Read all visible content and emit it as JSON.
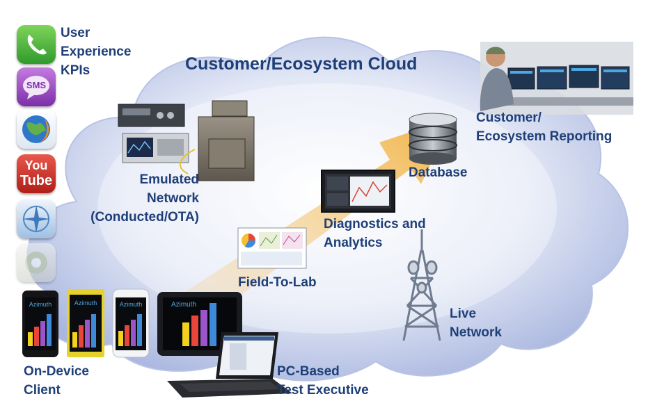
{
  "cloud": {
    "title": "Customer/Ecosystem Cloud"
  },
  "apps": {
    "title": [
      "User",
      "Experience",
      "KPIs"
    ],
    "sms_text": "SMS",
    "youtube_text": [
      "You",
      "Tube"
    ],
    "icons": [
      "phone-icon",
      "sms-icon",
      "browser-icon",
      "youtube-icon",
      "navigation-icon",
      "media-icon"
    ]
  },
  "nodes": {
    "emulated_network": [
      "Emulated",
      "Network",
      "(Conducted/OTA)"
    ],
    "customer_reporting": [
      "Customer/",
      "Ecosystem Reporting"
    ],
    "database": "Database",
    "diagnostics": [
      "Diagnostics and",
      "Analytics"
    ],
    "field_to_lab": "Field-To-Lab",
    "live_network": [
      "Live",
      "Network"
    ],
    "on_device_client": [
      "On-Device",
      "Client"
    ],
    "pc_test_executive": [
      "PC-Based",
      "Test Executive"
    ]
  },
  "devices": {
    "brand": "Azimuth"
  },
  "colors": {
    "label_text": "#1e3f78",
    "cloud_fill": "#c9d3ec",
    "arrow": "#f2b64a",
    "bar_colors": [
      "#f2d21e",
      "#e8463b",
      "#9a55c9",
      "#3f8ad8"
    ]
  }
}
